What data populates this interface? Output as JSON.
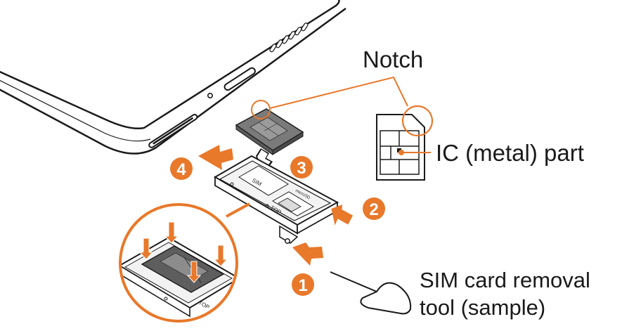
{
  "labels": {
    "notch": "Notch",
    "ic_part": "IC (metal) part",
    "tool_line1": "SIM card removal",
    "tool_line2": "tool (sample)"
  },
  "steps": [
    "1",
    "2",
    "3",
    "4"
  ],
  "tray_markings": {
    "top": "TOP",
    "sim": "SIM",
    "micro_sd": "microSD"
  },
  "colors": {
    "accent_orange": "#e8782a",
    "outline": "#1a1a1a",
    "sim_gray": "#6b6b6b"
  }
}
